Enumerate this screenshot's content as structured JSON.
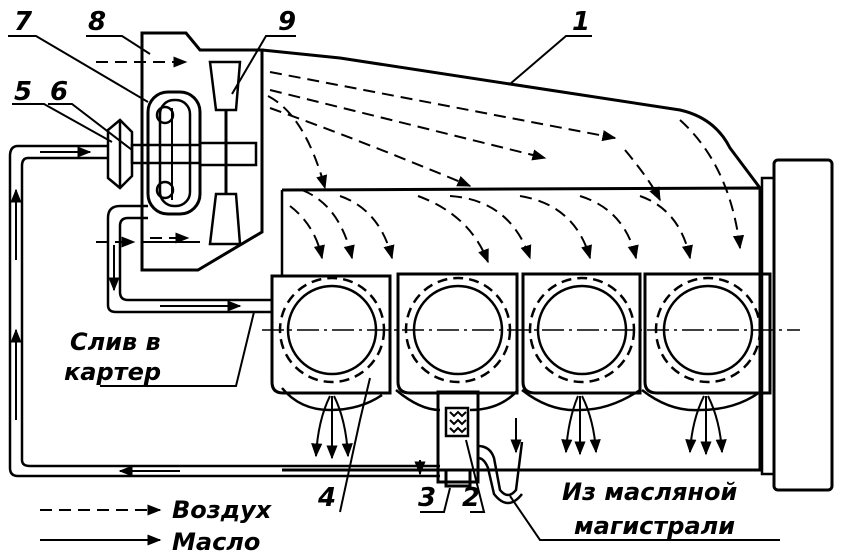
{
  "callouts": [
    "1",
    "2",
    "3",
    "4",
    "5",
    "6",
    "7",
    "8",
    "9"
  ],
  "annotations": {
    "drain_line1": "Слив в",
    "drain_line2": "картер",
    "oil_line1": "Из масляной",
    "oil_line2": "магистрали"
  },
  "legend": {
    "air": "Воздух",
    "oil": "Масло"
  },
  "colors": {
    "ink": "#000000",
    "paper": "#ffffff"
  }
}
